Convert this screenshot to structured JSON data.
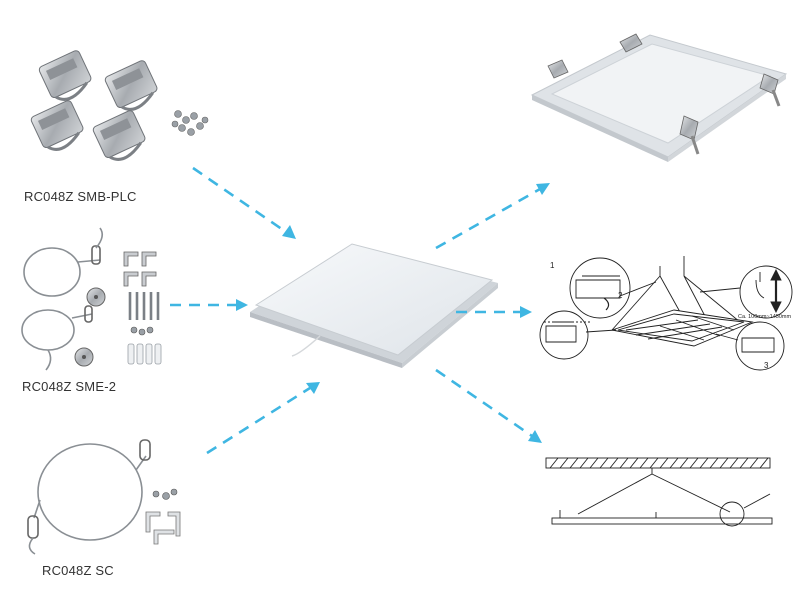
{
  "kits": {
    "plc": {
      "label": "RC048Z SMB-PLC"
    },
    "sme": {
      "label": "RC048Z SME-2"
    },
    "sc": {
      "label": "RC048Z SC"
    }
  },
  "suspension_drawing": {
    "step_1": "1",
    "step_2": "2",
    "step_3": "3",
    "dimension": "Ca. 100mm~1450mm"
  },
  "colors": {
    "arrow": "#3fb6e2",
    "panel_face": "#eef1f4",
    "panel_frame": "#d5d9de",
    "metal": "#b9bcc0",
    "line_art": "#222222"
  },
  "icons": [
    "panel-light",
    "spring-clip",
    "steel-wire",
    "screw",
    "bracket",
    "ceiling-diagram"
  ]
}
